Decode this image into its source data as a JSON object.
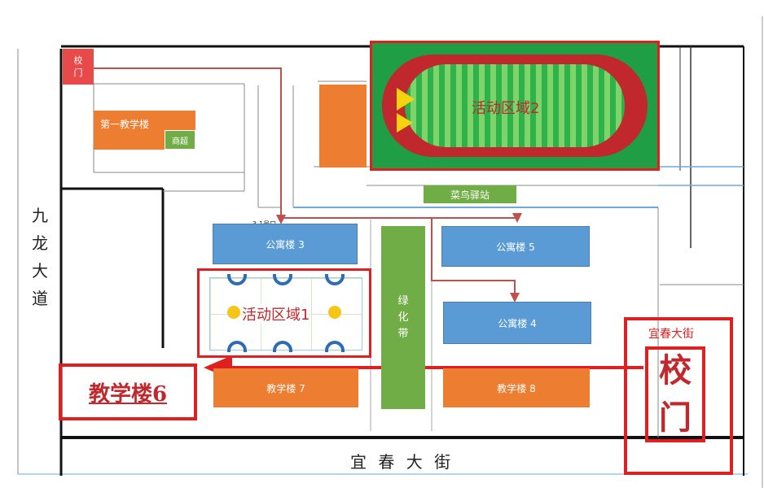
{
  "streets": {
    "left_name": [
      "九",
      "龙",
      "大",
      "道"
    ],
    "bottom_name": "宜 春 大 街",
    "right_label": "宜春大街"
  },
  "gates": {
    "top_left": [
      "校",
      "门"
    ],
    "bottom_right": [
      "校",
      "门"
    ]
  },
  "buildings": {
    "teaching1": "第一教学楼",
    "supermarket": "商超",
    "apt3": "公寓楼 3",
    "apt5": "公寓楼 5",
    "apt4": "公寓楼 4",
    "teaching7": "教学楼 7",
    "teaching8": "教学楼 8",
    "cainiao": "菜鸟驿站",
    "greenbelt": [
      "绿",
      "化",
      "带"
    ],
    "small_label": "3-1号口"
  },
  "zones": {
    "zone1": "活动区域1",
    "zone2": "活动区域2"
  },
  "callout": {
    "teaching6": "教学楼6"
  },
  "colors": {
    "route_red": "#e02020",
    "path_brown": "#c0504d",
    "field_green": "#1f9e45",
    "track_red": "#c0282d",
    "building_blue": "#5b9bd5",
    "building_orange": "#ed7d31",
    "greenbelt": "#70ad47"
  }
}
